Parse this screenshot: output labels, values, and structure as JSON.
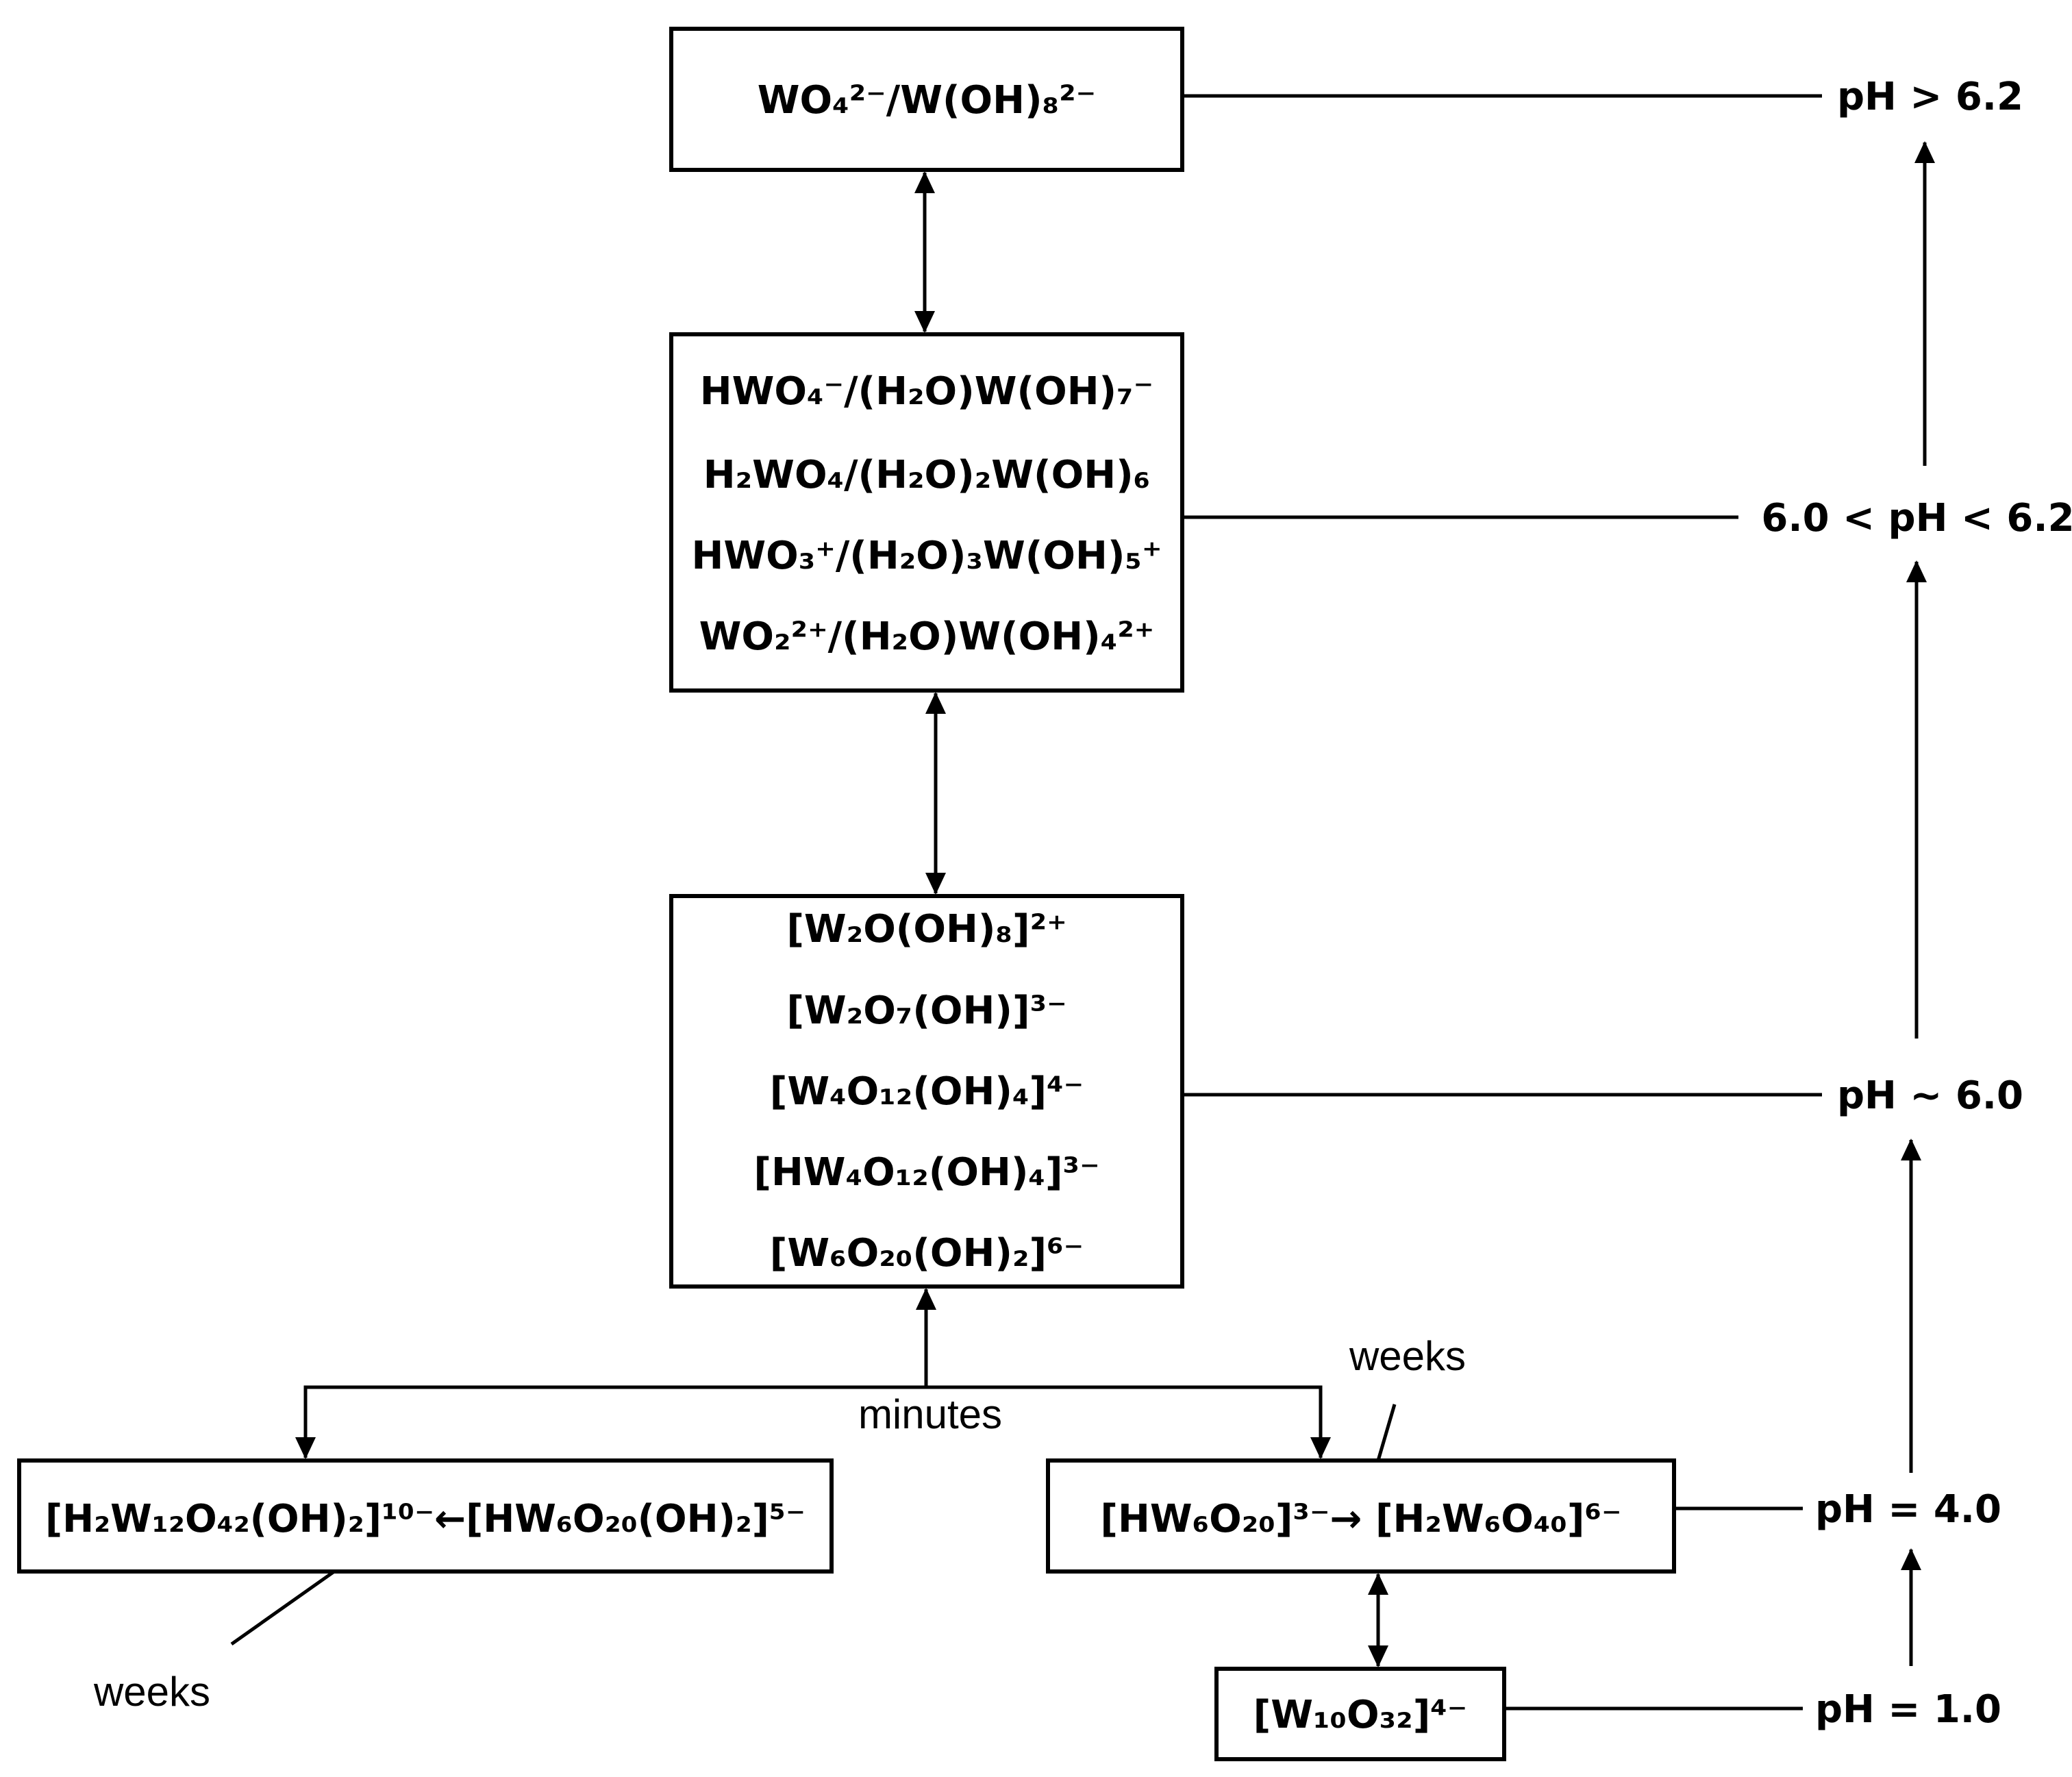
{
  "boxes": {
    "tungstate": [
      "WO₄²⁻/W(OH)₈²⁻"
    ],
    "monomers": [
      "HWO₄⁻/(H₂O)W(OH)₇⁻",
      "H₂WO₄/(H₂O)₂W(OH)₆",
      "HWO₃⁺/(H₂O)₃W(OH)₅⁺",
      "WO₂²⁺/(H₂O)W(OH)₄²⁺"
    ],
    "oligomers": [
      "[W₂O(OH)₈]²⁺",
      "[W₂O₇(OH)]³⁻",
      "[W₄O₁₂(OH)₄]⁴⁻",
      "[HW₄O₁₂(OH)₄]³⁻",
      "[W₆O₂₀(OH)₂]⁶⁻"
    ],
    "paratungstate": [
      "[H₂W₁₂O₄₂(OH)₂]¹⁰⁻←[HW₆O₂₀(OH)₂]⁵⁻"
    ],
    "metatungstate": [
      "[HW₆O₂₀]³⁻→ [H₂W₆O₄₀]⁶⁻"
    ],
    "decatungstate": [
      "[W₁₀O₃₂]⁴⁻"
    ]
  },
  "ph_labels": {
    "ph_gt_62": "pH > 6.2",
    "ph_60_62": "6.0 < pH < 6.2",
    "ph_approx_60": "pH ~ 6.0",
    "ph_40": "pH = 4.0",
    "ph_10": "pH = 1.0"
  },
  "annotations": {
    "minutes": "minutes",
    "weeks_top": "weeks",
    "weeks_bottom": "weeks"
  },
  "colors": {
    "line": "#000000",
    "background": "#ffffff"
  }
}
